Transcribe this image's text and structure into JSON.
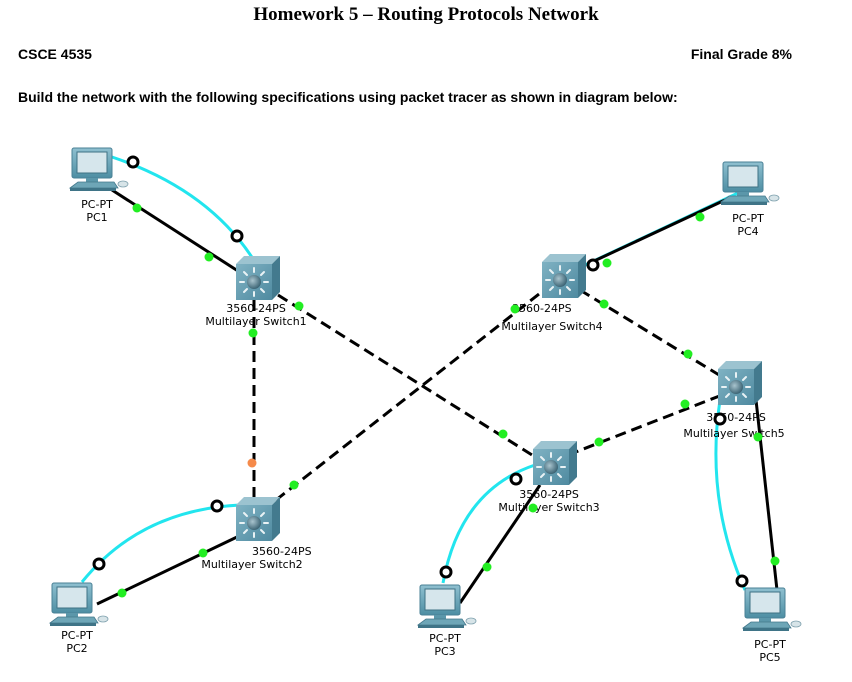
{
  "document": {
    "title": "Homework 5 – Routing Protocols Network",
    "course": "CSCE 4535",
    "grade": "Final Grade 8%",
    "instruction": "Build the network with the following specifications using packet tracer as shown in diagram below:"
  },
  "diagram": {
    "colors": {
      "straight_cable": "#000000",
      "console_cable": "#22e5ee",
      "link_up": "#22ee22",
      "link_blocked": "#f58a4a",
      "device_body": "#6fa3b5"
    },
    "devices": [
      {
        "id": "pc1",
        "type": "pc",
        "model": "PC-PT",
        "name": "PC1"
      },
      {
        "id": "pc2",
        "type": "pc",
        "model": "PC-PT",
        "name": "PC2"
      },
      {
        "id": "pc3",
        "type": "pc",
        "model": "PC-PT",
        "name": "PC3"
      },
      {
        "id": "pc4",
        "type": "pc",
        "model": "PC-PT",
        "name": "PC4"
      },
      {
        "id": "pc5",
        "type": "pc",
        "model": "PC-PT",
        "name": "PC5"
      },
      {
        "id": "sw1",
        "type": "multilayer-switch",
        "model": "3560-24PS",
        "name": "Multilayer Switch1"
      },
      {
        "id": "sw2",
        "type": "multilayer-switch",
        "model": "3560-24PS",
        "name": "Multilayer Switch2"
      },
      {
        "id": "sw3",
        "type": "multilayer-switch",
        "model": "3560-24PS",
        "name": "Multilayer Switch3"
      },
      {
        "id": "sw4",
        "type": "multilayer-switch",
        "model": "3560-24PS",
        "name": "Multilayer Switch4"
      },
      {
        "id": "sw5",
        "type": "multilayer-switch",
        "model": "3560-24PS",
        "name": "Multilayer Switch5"
      }
    ],
    "links": [
      {
        "from": "pc1",
        "to": "sw1",
        "cable": "straight",
        "status": [
          "up",
          "up"
        ]
      },
      {
        "from": "pc1",
        "to": "sw1",
        "cable": "console"
      },
      {
        "from": "pc2",
        "to": "sw2",
        "cable": "straight",
        "status": [
          "up",
          "up"
        ]
      },
      {
        "from": "pc2",
        "to": "sw2",
        "cable": "console"
      },
      {
        "from": "pc3",
        "to": "sw3",
        "cable": "straight",
        "status": [
          "up",
          "up"
        ]
      },
      {
        "from": "pc3",
        "to": "sw3",
        "cable": "console"
      },
      {
        "from": "pc4",
        "to": "sw4",
        "cable": "straight",
        "status": [
          "up",
          "up"
        ]
      },
      {
        "from": "pc4",
        "to": "sw4",
        "cable": "console"
      },
      {
        "from": "pc5",
        "to": "sw5",
        "cable": "straight",
        "status": [
          "up",
          "up"
        ]
      },
      {
        "from": "pc5",
        "to": "sw5",
        "cable": "console"
      },
      {
        "from": "sw1",
        "to": "sw2",
        "cable": "crossover",
        "status": [
          "up",
          "blocked"
        ]
      },
      {
        "from": "sw1",
        "to": "sw3",
        "cable": "crossover",
        "status": [
          "up",
          "up"
        ]
      },
      {
        "from": "sw2",
        "to": "sw4",
        "cable": "crossover",
        "status": [
          "up",
          "up"
        ]
      },
      {
        "from": "sw4",
        "to": "sw5",
        "cable": "crossover",
        "status": [
          "up",
          "up"
        ]
      },
      {
        "from": "sw3",
        "to": "sw5",
        "cable": "crossover",
        "status": [
          "up",
          "up"
        ]
      }
    ]
  }
}
